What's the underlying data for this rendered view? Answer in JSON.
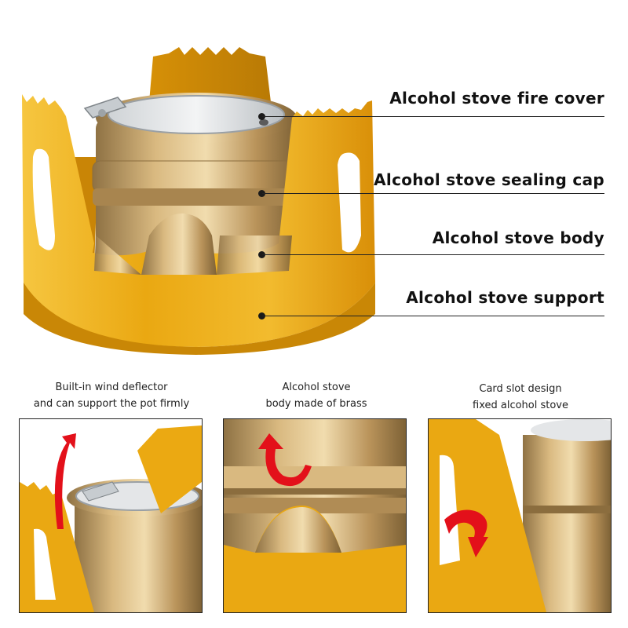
{
  "callouts": [
    {
      "label": "Alcohol stove fire cover"
    },
    {
      "label": "Alcohol stove sealing cap"
    },
    {
      "label": "Alcohol stove body"
    },
    {
      "label": "Alcohol stove support"
    }
  ],
  "features": [
    {
      "line1": "Built-in wind deflector",
      "line2": "and can support the pot firmly"
    },
    {
      "line1": "Alcohol stove",
      "line2": "body made of brass"
    },
    {
      "line1": "Card slot design",
      "line2": "fixed alcohol stove"
    }
  ],
  "colors": {
    "support_gold": "#e9a814",
    "brass": "#c9a465",
    "arrow_red": "#e3101a"
  }
}
